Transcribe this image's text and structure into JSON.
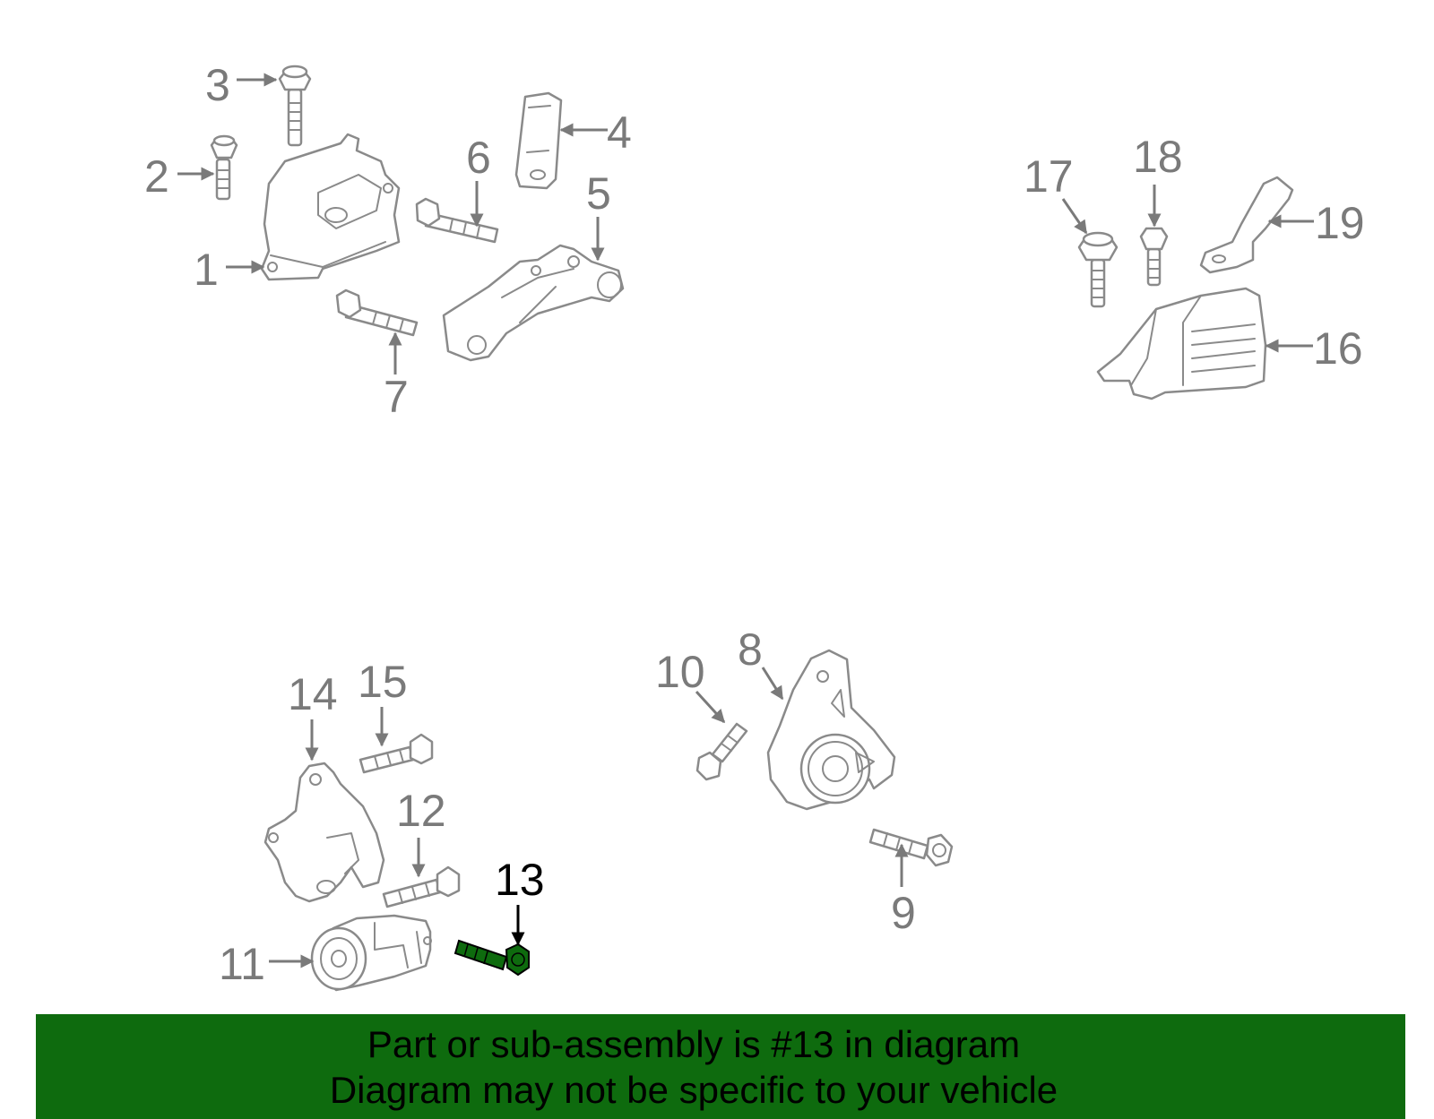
{
  "highlight_color": "#0e6b0e",
  "labels": {
    "1": "1",
    "2": "2",
    "3": "3",
    "4": "4",
    "5": "5",
    "6": "6",
    "7": "7",
    "8": "8",
    "9": "9",
    "10": "10",
    "11": "11",
    "12": "12",
    "13": "13",
    "14": "14",
    "15": "15",
    "16": "16",
    "17": "17",
    "18": "18",
    "19": "19"
  },
  "banner": {
    "line1": "Part or sub-assembly is #13 in diagram",
    "line2": "Diagram may not be specific to your vehicle"
  }
}
